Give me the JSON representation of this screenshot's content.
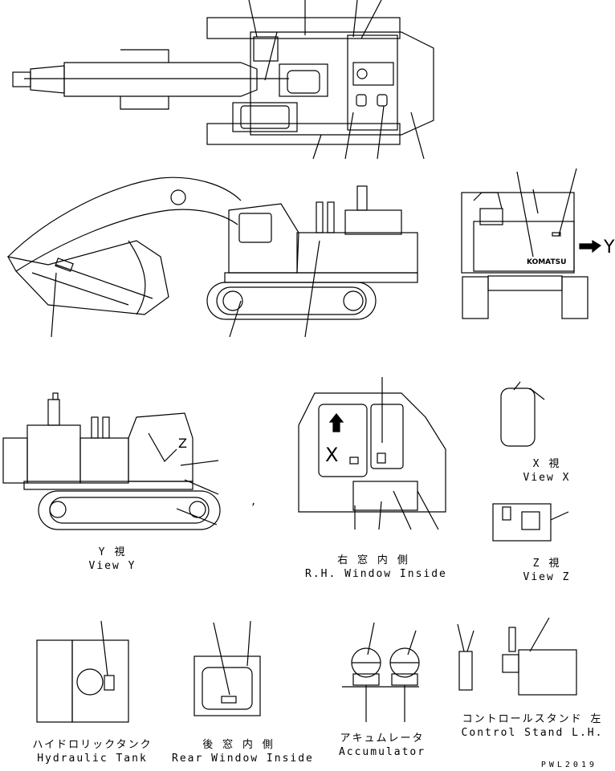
{
  "captions": {
    "view_y": {
      "jp": "Y 視",
      "en": "View Y"
    },
    "rh_window": {
      "jp": "右 窓 内 側",
      "en": "R.H. Window Inside"
    },
    "view_x": {
      "jp": "X 視",
      "en": "View X"
    },
    "view_z": {
      "jp": "Z 視",
      "en": "View Z"
    },
    "hyd_tank": {
      "jp": "ハイドロリックタンク",
      "en": "Hydraulic Tank"
    },
    "rear_window": {
      "jp": "後 窓 内 側",
      "en": "Rear Window Inside"
    },
    "accumulator": {
      "jp": "アキュムレータ",
      "en": "Accumulator"
    },
    "control_stand": {
      "jp": "コントロールスタンド 左",
      "en": "Control Stand L.H."
    }
  },
  "marks": {
    "y_arrow_label": "Y",
    "z_label": "Z",
    "x_label": "X",
    "brand": "KOMATSU",
    "comma": ","
  },
  "drawing_ref": "PWL2019"
}
